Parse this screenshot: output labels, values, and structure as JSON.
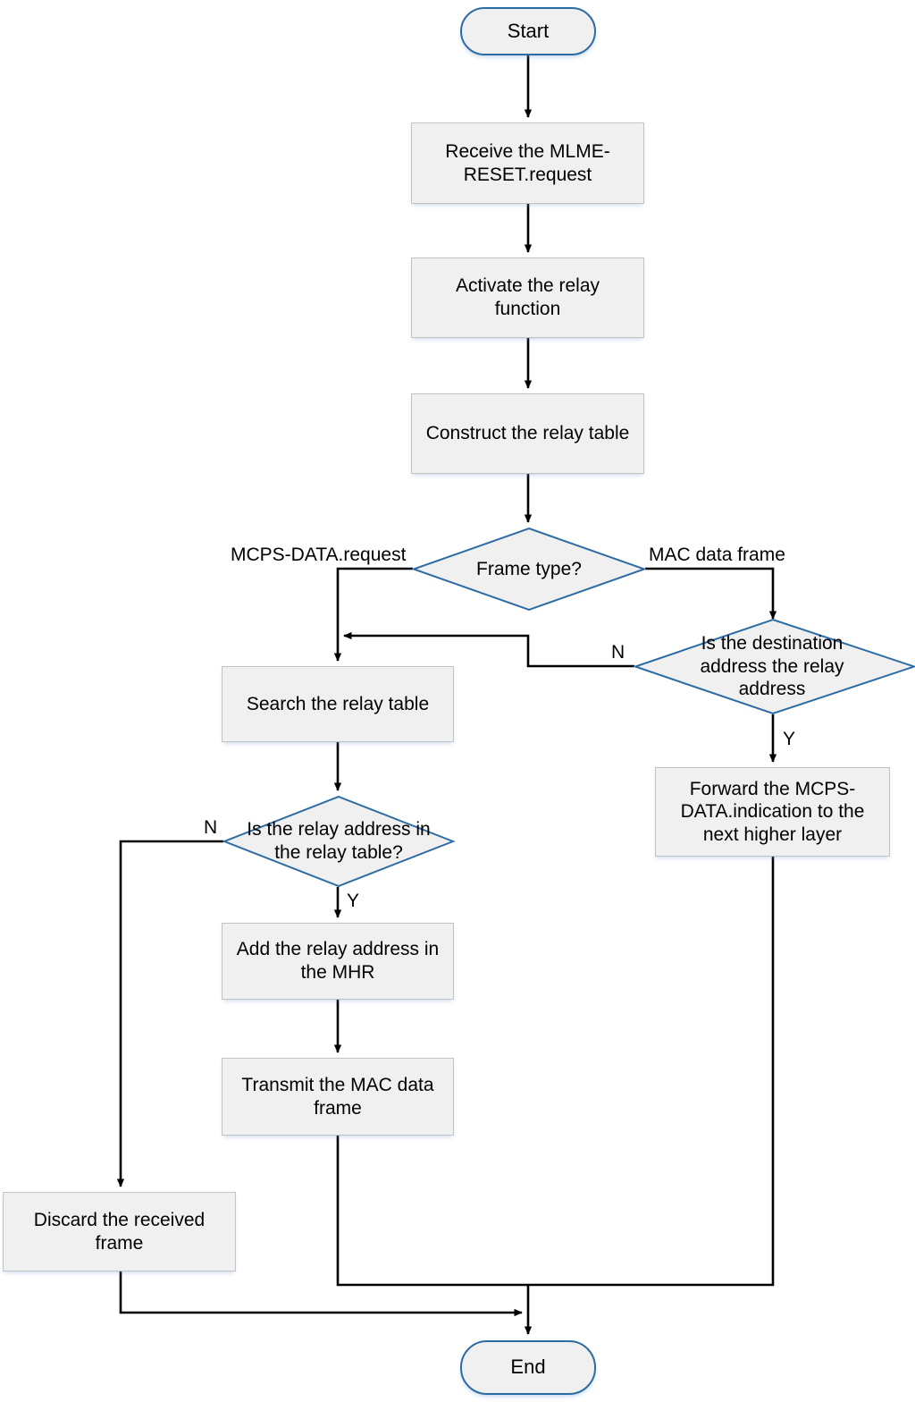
{
  "diagram": {
    "title": "MAC relay function flowchart",
    "colors": {
      "node_fill": "#f0f0f0",
      "terminator_border": "#2d6ca3",
      "decision_border": "#2d6ca3",
      "process_border": "#c3c3c3",
      "connector": "#000000",
      "text": "#000000",
      "background": "#ffffff"
    },
    "nodes": {
      "start": {
        "label": "Start",
        "type": "terminator"
      },
      "receive_reset": {
        "label": "Receive the MLME-RESET.request",
        "type": "process"
      },
      "activate_relay": {
        "label": "Activate the relay function",
        "type": "process"
      },
      "construct_table": {
        "label": "Construct the relay table",
        "type": "process"
      },
      "frame_type": {
        "label": "Frame type?",
        "type": "decision"
      },
      "dest_is_relay": {
        "label": "Is the destination address the relay address",
        "type": "decision"
      },
      "forward_indication": {
        "label": "Forward the MCPS-DATA.indication to the next higher layer",
        "type": "process"
      },
      "search_table": {
        "label": "Search the relay table",
        "type": "process"
      },
      "relay_in_table": {
        "label": "Is the relay address in the relay table?",
        "type": "decision"
      },
      "add_relay_mhr": {
        "label": "Add the relay address in the MHR",
        "type": "process"
      },
      "transmit_frame": {
        "label": "Transmit the MAC data frame",
        "type": "process"
      },
      "discard_frame": {
        "label": "Discard the received frame",
        "type": "process"
      },
      "end": {
        "label": "End",
        "type": "terminator"
      }
    },
    "edge_labels": {
      "mcps_data_request": "MCPS-DATA.request",
      "mac_data_frame": "MAC data frame",
      "dest_no": "N",
      "dest_yes": "Y",
      "relay_no": "N",
      "relay_yes": "Y"
    }
  }
}
